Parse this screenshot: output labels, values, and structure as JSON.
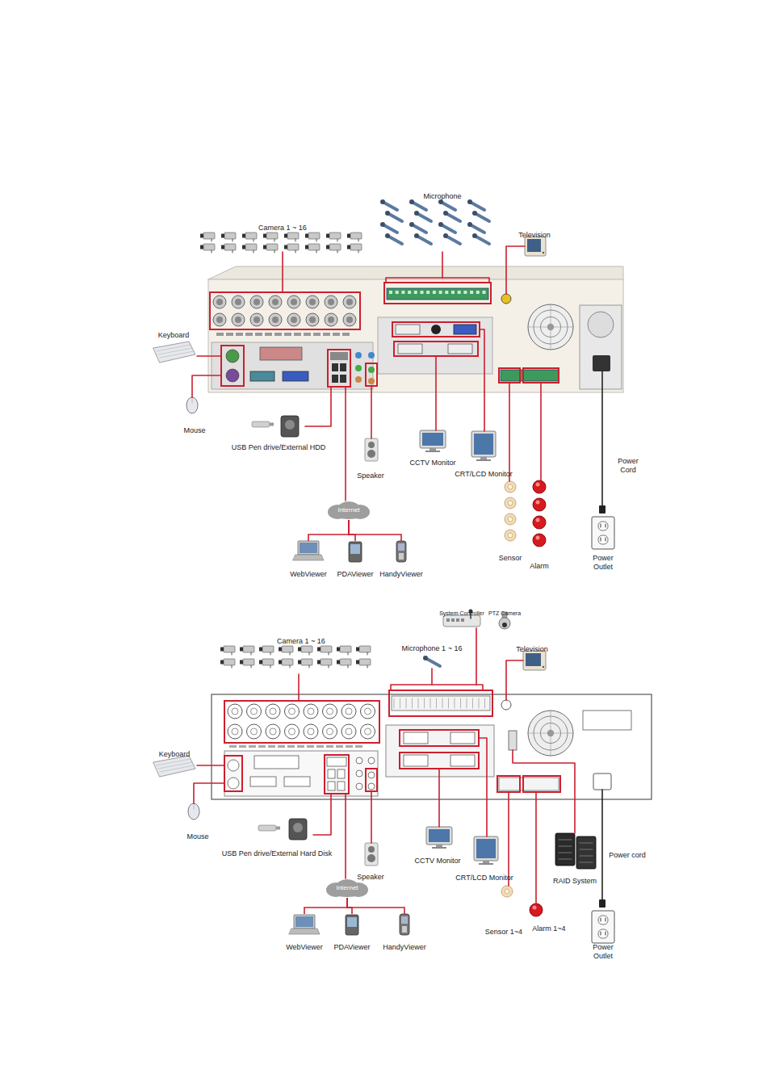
{
  "diagram": {
    "nodes": [
      {
        "text": [
          "Camera 1 ~ 16"
        ]
      },
      {
        "text": [
          "Microphone"
        ]
      },
      {
        "text": [
          "Television"
        ]
      },
      {
        "text": [
          "Keyboard"
        ]
      },
      {
        "text": [
          "Mouse"
        ]
      },
      {
        "text": [
          "USB Pen drive/External HDD"
        ]
      },
      {
        "text": [
          "Speaker"
        ]
      },
      {
        "text": [
          "CCTV Monitor"
        ]
      },
      {
        "text": [
          "CRT/LCD Monitor"
        ]
      },
      {
        "text": [
          "Internet"
        ]
      },
      {
        "text": [
          "WebViewer"
        ]
      },
      {
        "text": [
          "PDAViewer"
        ]
      },
      {
        "text": [
          "HandyViewer"
        ]
      },
      {
        "text": [
          "Sensor"
        ]
      },
      {
        "text": [
          "Alarm"
        ]
      },
      {
        "text": [
          "Power Outlet"
        ]
      },
      {
        "text": [
          "System Controller"
        ]
      },
      {
        "text": [
          "PTZ Camera"
        ]
      },
      {
        "text": [
          "Camera 1 ~ 16"
        ]
      },
      {
        "text": [
          "Microphone 1 ~ 16"
        ]
      },
      {
        "text": [
          "Television"
        ]
      },
      {
        "text": [
          "Keyboard"
        ]
      },
      {
        "text": [
          "Mouse"
        ]
      },
      {
        "text": [
          "USB Pen drive/External Hard Disk"
        ]
      },
      {
        "text": [
          "Speaker"
        ]
      },
      {
        "text": [
          "CCTV Monitor"
        ]
      },
      {
        "text": [
          "CRT/LCD Monitor"
        ]
      },
      {
        "text": [
          "RAID System"
        ]
      },
      {
        "text": [
          "Internet"
        ]
      },
      {
        "text": [
          "WebViewer"
        ]
      },
      {
        "text": [
          "PDAViewer"
        ]
      },
      {
        "text": [
          "HandyViewer"
        ]
      },
      {
        "text": [
          "Sensor 1~4"
        ]
      },
      {
        "text": [
          "Alarm 1~4"
        ]
      },
      {
        "text": [
          "Power Outlet"
        ]
      }
    ],
    "edges": [
      {
        "from": 9,
        "to": 10,
        "arrow": "none"
      },
      {
        "from": 9,
        "to": 11,
        "arrow": "none"
      },
      {
        "from": 9,
        "to": 12,
        "arrow": "none"
      },
      {
        "from": 28,
        "to": 29,
        "arrow": "none"
      },
      {
        "from": 28,
        "to": 30,
        "arrow": "none"
      },
      {
        "from": 28,
        "to": 31,
        "arrow": "none"
      }
    ],
    "labels": [
      "Power Cord",
      "Power cord"
    ]
  }
}
